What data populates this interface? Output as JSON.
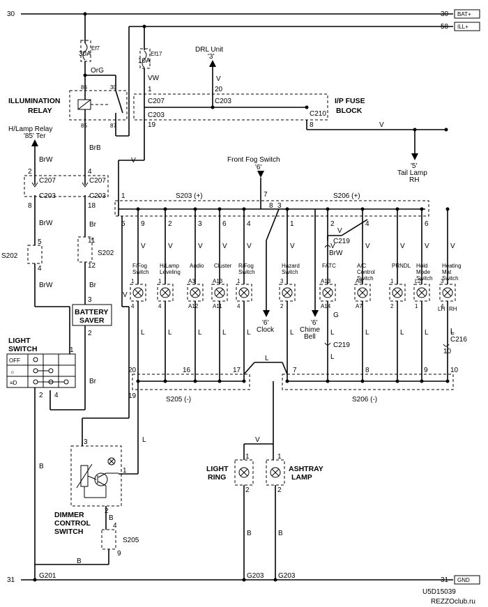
{
  "rails": {
    "bat_left": "30",
    "bat_right": "30",
    "bat_tag": "BAT+",
    "ill_right": "58",
    "ill_tag": "ILL+",
    "gnd_left": "31",
    "gnd_right": "31",
    "gnd_tag": "GND"
  },
  "fuses": {
    "ef7_name": "Ef7",
    "ef7_rating": "30A",
    "ef17_name": "Ef17",
    "ef17_rating": "10A"
  },
  "wires": {
    "org": "OrG",
    "vw": "VW",
    "v": "V",
    "brw": "BrW",
    "brb": "BrB",
    "br": "Br",
    "l": "L",
    "b": "B",
    "g": "G"
  },
  "relay": {
    "title_line1": "ILLUMINATION",
    "title_line2": "RELAY",
    "pin86": "86",
    "pin85": "85",
    "pin30": "30",
    "pin87": "87"
  },
  "fuse_block": {
    "title_line1": "I/P FUSE",
    "title_line2": "BLOCK",
    "c207": "C207",
    "c203": "C203",
    "c210": "C210",
    "pin1": "1",
    "pin19": "19",
    "pin20": "20",
    "pin8": "8"
  },
  "drl": {
    "label": "DRL Unit",
    "ref": "'3'"
  },
  "tail_lamp": {
    "ref": "'5'",
    "line1": "Tail Lamp",
    "line2": "RH"
  },
  "hlamp_relay": {
    "line1": "H/Lamp Relay",
    "line2": "'85' Ter"
  },
  "front_fog": {
    "label": "Front Fog Switch",
    "ref": "'6'"
  },
  "connectors": {
    "c207": "C207",
    "c203": "C203",
    "p2": "2",
    "p8": "8",
    "p4": "4",
    "p18": "18",
    "p5": "5",
    "p11": "11",
    "p12": "12",
    "p3": "3",
    "p1": "1",
    "p7": "7"
  },
  "splices": {
    "s202": "S202",
    "s203": "S203 (+)",
    "s206_plus": "S206 (+)",
    "s205_minus": "S205 (-)",
    "s206_minus": "S206 (-)",
    "s205": "S205"
  },
  "battery_saver": {
    "line1": "BATTERY",
    "line2": "SAVER",
    "pin3": "3",
    "pin2": "2"
  },
  "light_switch": {
    "title": "LIGHT SWITCH",
    "off": "OFF",
    "pin1": "1",
    "pin2": "2",
    "pin4": "4"
  },
  "lamps": [
    {
      "name_line1": "F/Fog",
      "name_line2": "Switch"
    },
    {
      "name_line1": "H/Lamp",
      "name_line2": "Leveling"
    },
    {
      "name_line1": "Audio",
      "name_line2": ""
    },
    {
      "name_line1": "Cluster",
      "name_line2": ""
    },
    {
      "name_line1": "R/Fog",
      "name_line2": "Switch"
    },
    {
      "name_line1": "Hazard",
      "name_line2": "Switch"
    },
    {
      "name_line1": "FATC",
      "name_line2": ""
    },
    {
      "name_line1": "A/C",
      "name_line2": "Control",
      "name_line3": "Switch"
    },
    {
      "name_line1": "PRNDL",
      "name_line2": ""
    },
    {
      "name_line1": "Hold",
      "name_line2": "Mode",
      "name_line3": "Switch"
    },
    {
      "name_line1": "Heating",
      "name_line2": "Mat",
      "name_line3": "Switch"
    }
  ],
  "pins": {
    "a3": "A3",
    "a13": "A13",
    "a12": "A12",
    "a11": "A11",
    "a14": "A14",
    "a8": "A8",
    "a7": "A7",
    "l2": "L2",
    "lh": "LH",
    "rh": "RH"
  },
  "clock": {
    "ref": "'6'",
    "label": "Clock"
  },
  "chime": {
    "ref": "'6'",
    "line1": "Chime",
    "line2": "Bell"
  },
  "c219": "C219",
  "c216": "C216",
  "dimmer": {
    "line1": "DIMMER",
    "line2": "CONTROL",
    "line3": "SWITCH"
  },
  "light_ring": {
    "line1": "LIGHT",
    "line2": "RING"
  },
  "ashtray": {
    "line1": "ASHTRAY",
    "line2": "LAMP"
  },
  "grounds": {
    "g201": "G201",
    "g203a": "G203",
    "g203b": "G203"
  },
  "footer": {
    "code": "U5D15039",
    "site": "REZZOclub.ru"
  }
}
